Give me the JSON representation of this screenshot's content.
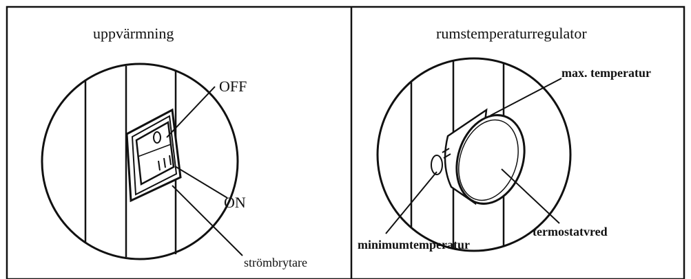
{
  "panels": [
    {
      "title": "uppvärmning",
      "labels": {
        "off": "OFF",
        "on": "ON",
        "switch": "strömbrytare"
      }
    },
    {
      "title": "rumstemperaturregulator",
      "labels": {
        "max": "max. temperatur",
        "min": "minimumtemperatur",
        "knob": "termostatvred"
      }
    }
  ],
  "colors": {
    "line": "#111111",
    "background": "#ffffff"
  }
}
